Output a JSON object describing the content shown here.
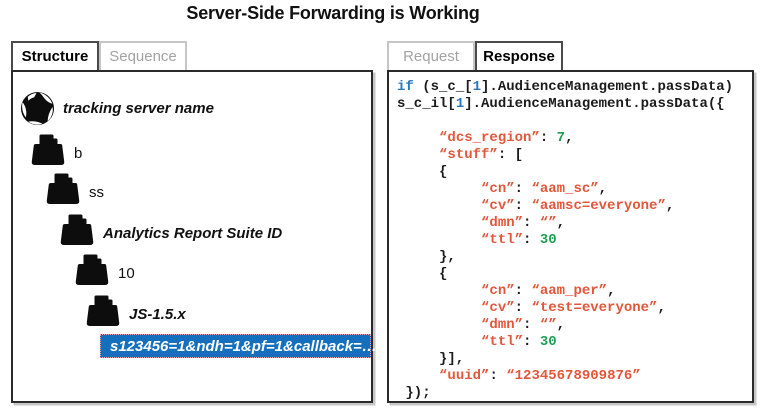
{
  "title": "Server-Side Forwarding is Working",
  "colors": {
    "keyword_blue": "#2878BE",
    "string_orange": "#E2573C",
    "number_green": "#1E9E50",
    "selection_blue": "#146FBD",
    "selection_border_pink": "#F2A1AC",
    "folder_black": "#0d0d0d"
  },
  "left_panel": {
    "tabs": [
      {
        "label": "Structure",
        "active": true
      },
      {
        "label": "Sequence",
        "active": false
      }
    ],
    "tree": [
      {
        "label": "tracking server name",
        "icon": "globe",
        "italic": true
      },
      {
        "label": "b",
        "icon": "folder",
        "italic": false
      },
      {
        "label": "ss",
        "icon": "folder",
        "italic": false
      },
      {
        "label": "Analytics Report Suite ID",
        "icon": "folder",
        "italic": true
      },
      {
        "label": "10",
        "icon": "folder",
        "italic": false
      },
      {
        "label": "JS-1.5.x",
        "icon": "folder",
        "italic": true
      },
      {
        "label": "s123456=1&ndh=1&pf=1&callback=…",
        "icon": "none",
        "italic": true,
        "selected": true
      }
    ]
  },
  "right_panel": {
    "tabs": [
      {
        "label": "Request",
        "active": false
      },
      {
        "label": "Response",
        "active": true
      }
    ],
    "code": {
      "lines": [
        [
          [
            "k",
            "if"
          ],
          [
            "p",
            " (s_c_["
          ],
          [
            "b",
            "1"
          ],
          [
            "p",
            "].AudienceManagement.passData)"
          ]
        ],
        [
          [
            "p",
            "s_c_il["
          ],
          [
            "b",
            "1"
          ],
          [
            "p",
            "].AudienceManagement.passData({"
          ]
        ],
        [],
        [
          [
            "p",
            "     "
          ],
          [
            "s",
            "“dcs_region”"
          ],
          [
            "p",
            ": "
          ],
          [
            "g",
            "7"
          ],
          [
            "p",
            ","
          ]
        ],
        [
          [
            "p",
            "     "
          ],
          [
            "s",
            "“stuff”"
          ],
          [
            "p",
            ": ["
          ]
        ],
        [
          [
            "p",
            "     {"
          ]
        ],
        [
          [
            "p",
            "          "
          ],
          [
            "s",
            "“cn”"
          ],
          [
            "p",
            ": "
          ],
          [
            "s",
            "“aam_sc”"
          ],
          [
            "p",
            ","
          ]
        ],
        [
          [
            "p",
            "          "
          ],
          [
            "s",
            "“cv”"
          ],
          [
            "p",
            ": "
          ],
          [
            "s",
            "“aamsc=everyone”"
          ],
          [
            "p",
            ","
          ]
        ],
        [
          [
            "p",
            "          "
          ],
          [
            "s",
            "“dmn”"
          ],
          [
            "p",
            ": "
          ],
          [
            "s",
            "“”"
          ],
          [
            "p",
            ","
          ]
        ],
        [
          [
            "p",
            "          "
          ],
          [
            "s",
            "“ttl”"
          ],
          [
            "p",
            ": "
          ],
          [
            "g",
            "30"
          ]
        ],
        [
          [
            "p",
            "     },"
          ]
        ],
        [
          [
            "p",
            "     {"
          ]
        ],
        [
          [
            "p",
            "          "
          ],
          [
            "s",
            "“cn”"
          ],
          [
            "p",
            ": "
          ],
          [
            "s",
            "“aam_per”"
          ],
          [
            "p",
            ","
          ]
        ],
        [
          [
            "p",
            "          "
          ],
          [
            "s",
            "“cv”"
          ],
          [
            "p",
            ": "
          ],
          [
            "s",
            "“test=everyone”"
          ],
          [
            "p",
            ","
          ]
        ],
        [
          [
            "p",
            "          "
          ],
          [
            "s",
            "“dmn”"
          ],
          [
            "p",
            ": "
          ],
          [
            "s",
            "“”"
          ],
          [
            "p",
            ","
          ]
        ],
        [
          [
            "p",
            "          "
          ],
          [
            "s",
            "“ttl”"
          ],
          [
            "p",
            ": "
          ],
          [
            "g",
            "30"
          ]
        ],
        [
          [
            "p",
            "     }],"
          ]
        ],
        [
          [
            "p",
            "     "
          ],
          [
            "s",
            "“uuid”"
          ],
          [
            "p",
            ": "
          ],
          [
            "s",
            "“12345678909876”"
          ]
        ],
        [
          [
            "p",
            " });"
          ]
        ]
      ]
    }
  }
}
